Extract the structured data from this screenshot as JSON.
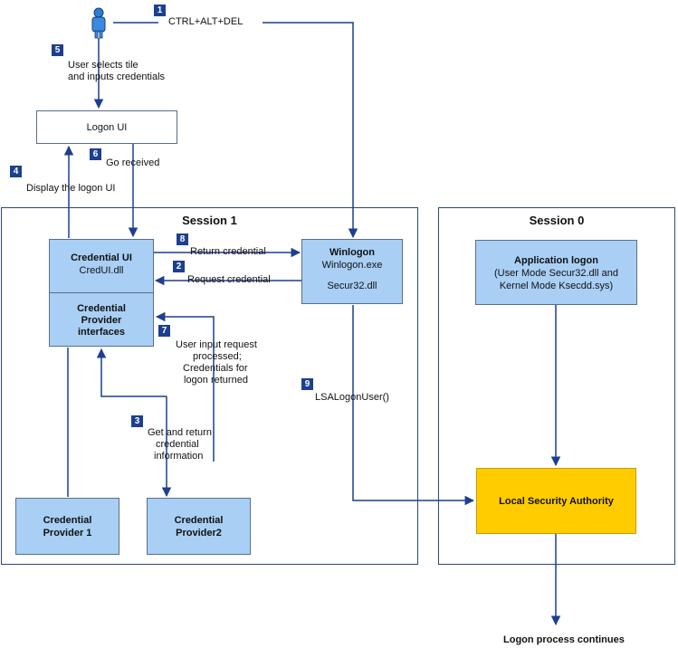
{
  "step_badges": [
    "1",
    "2",
    "3",
    "4",
    "5",
    "6",
    "7",
    "8",
    "9"
  ],
  "top": {
    "ctrl_alt_del": "CTRL+ALT+DEL",
    "user_selects_line1": "User selects tile",
    "user_selects_line2": "and inputs credentials",
    "logon_ui": "Logon UI",
    "go_received": "Go received",
    "display_logon_ui": "Display the logon UI"
  },
  "session1": {
    "title": "Session 1",
    "credential_ui_title": "Credential UI",
    "credential_ui_dll": "CredUI.dll",
    "cp_interfaces_line1": "Credential",
    "cp_interfaces_line2": "Provider",
    "cp_interfaces_line3": "interfaces",
    "winlogon_title": "Winlogon",
    "winlogon_exe": "Winlogon.exe",
    "winlogon_dll": "Secur32.dll",
    "return_credential": "Return credential",
    "request_credential": "Request credential",
    "user_input_line1": "User input request",
    "user_input_line2": "processed;",
    "user_input_line3": "Credentials for",
    "user_input_line4": "logon returned",
    "get_return_line1": "Get and return",
    "get_return_line2": "credential",
    "get_return_line3": "information",
    "lsa_logon_user": "LSALogonUser()",
    "provider1_line1": "Credential",
    "provider1_line2": "Provider 1",
    "provider2_line1": "Credential",
    "provider2_line2": "Provider2"
  },
  "session0": {
    "title": "Session 0",
    "app_logon_title": "Application logon",
    "app_logon_line2": "(User Mode Secur32.dll and",
    "app_logon_line3": "Kernel Mode Ksecdd.sys)",
    "lsa": "Local Security Authority"
  },
  "footer": {
    "logon_continues": "Logon process continues"
  },
  "colors": {
    "box_blue": "#a9cff5",
    "lsa_gold": "#ffcc00",
    "arrow": "#1d3f8f",
    "badge": "#1d3f8f"
  }
}
